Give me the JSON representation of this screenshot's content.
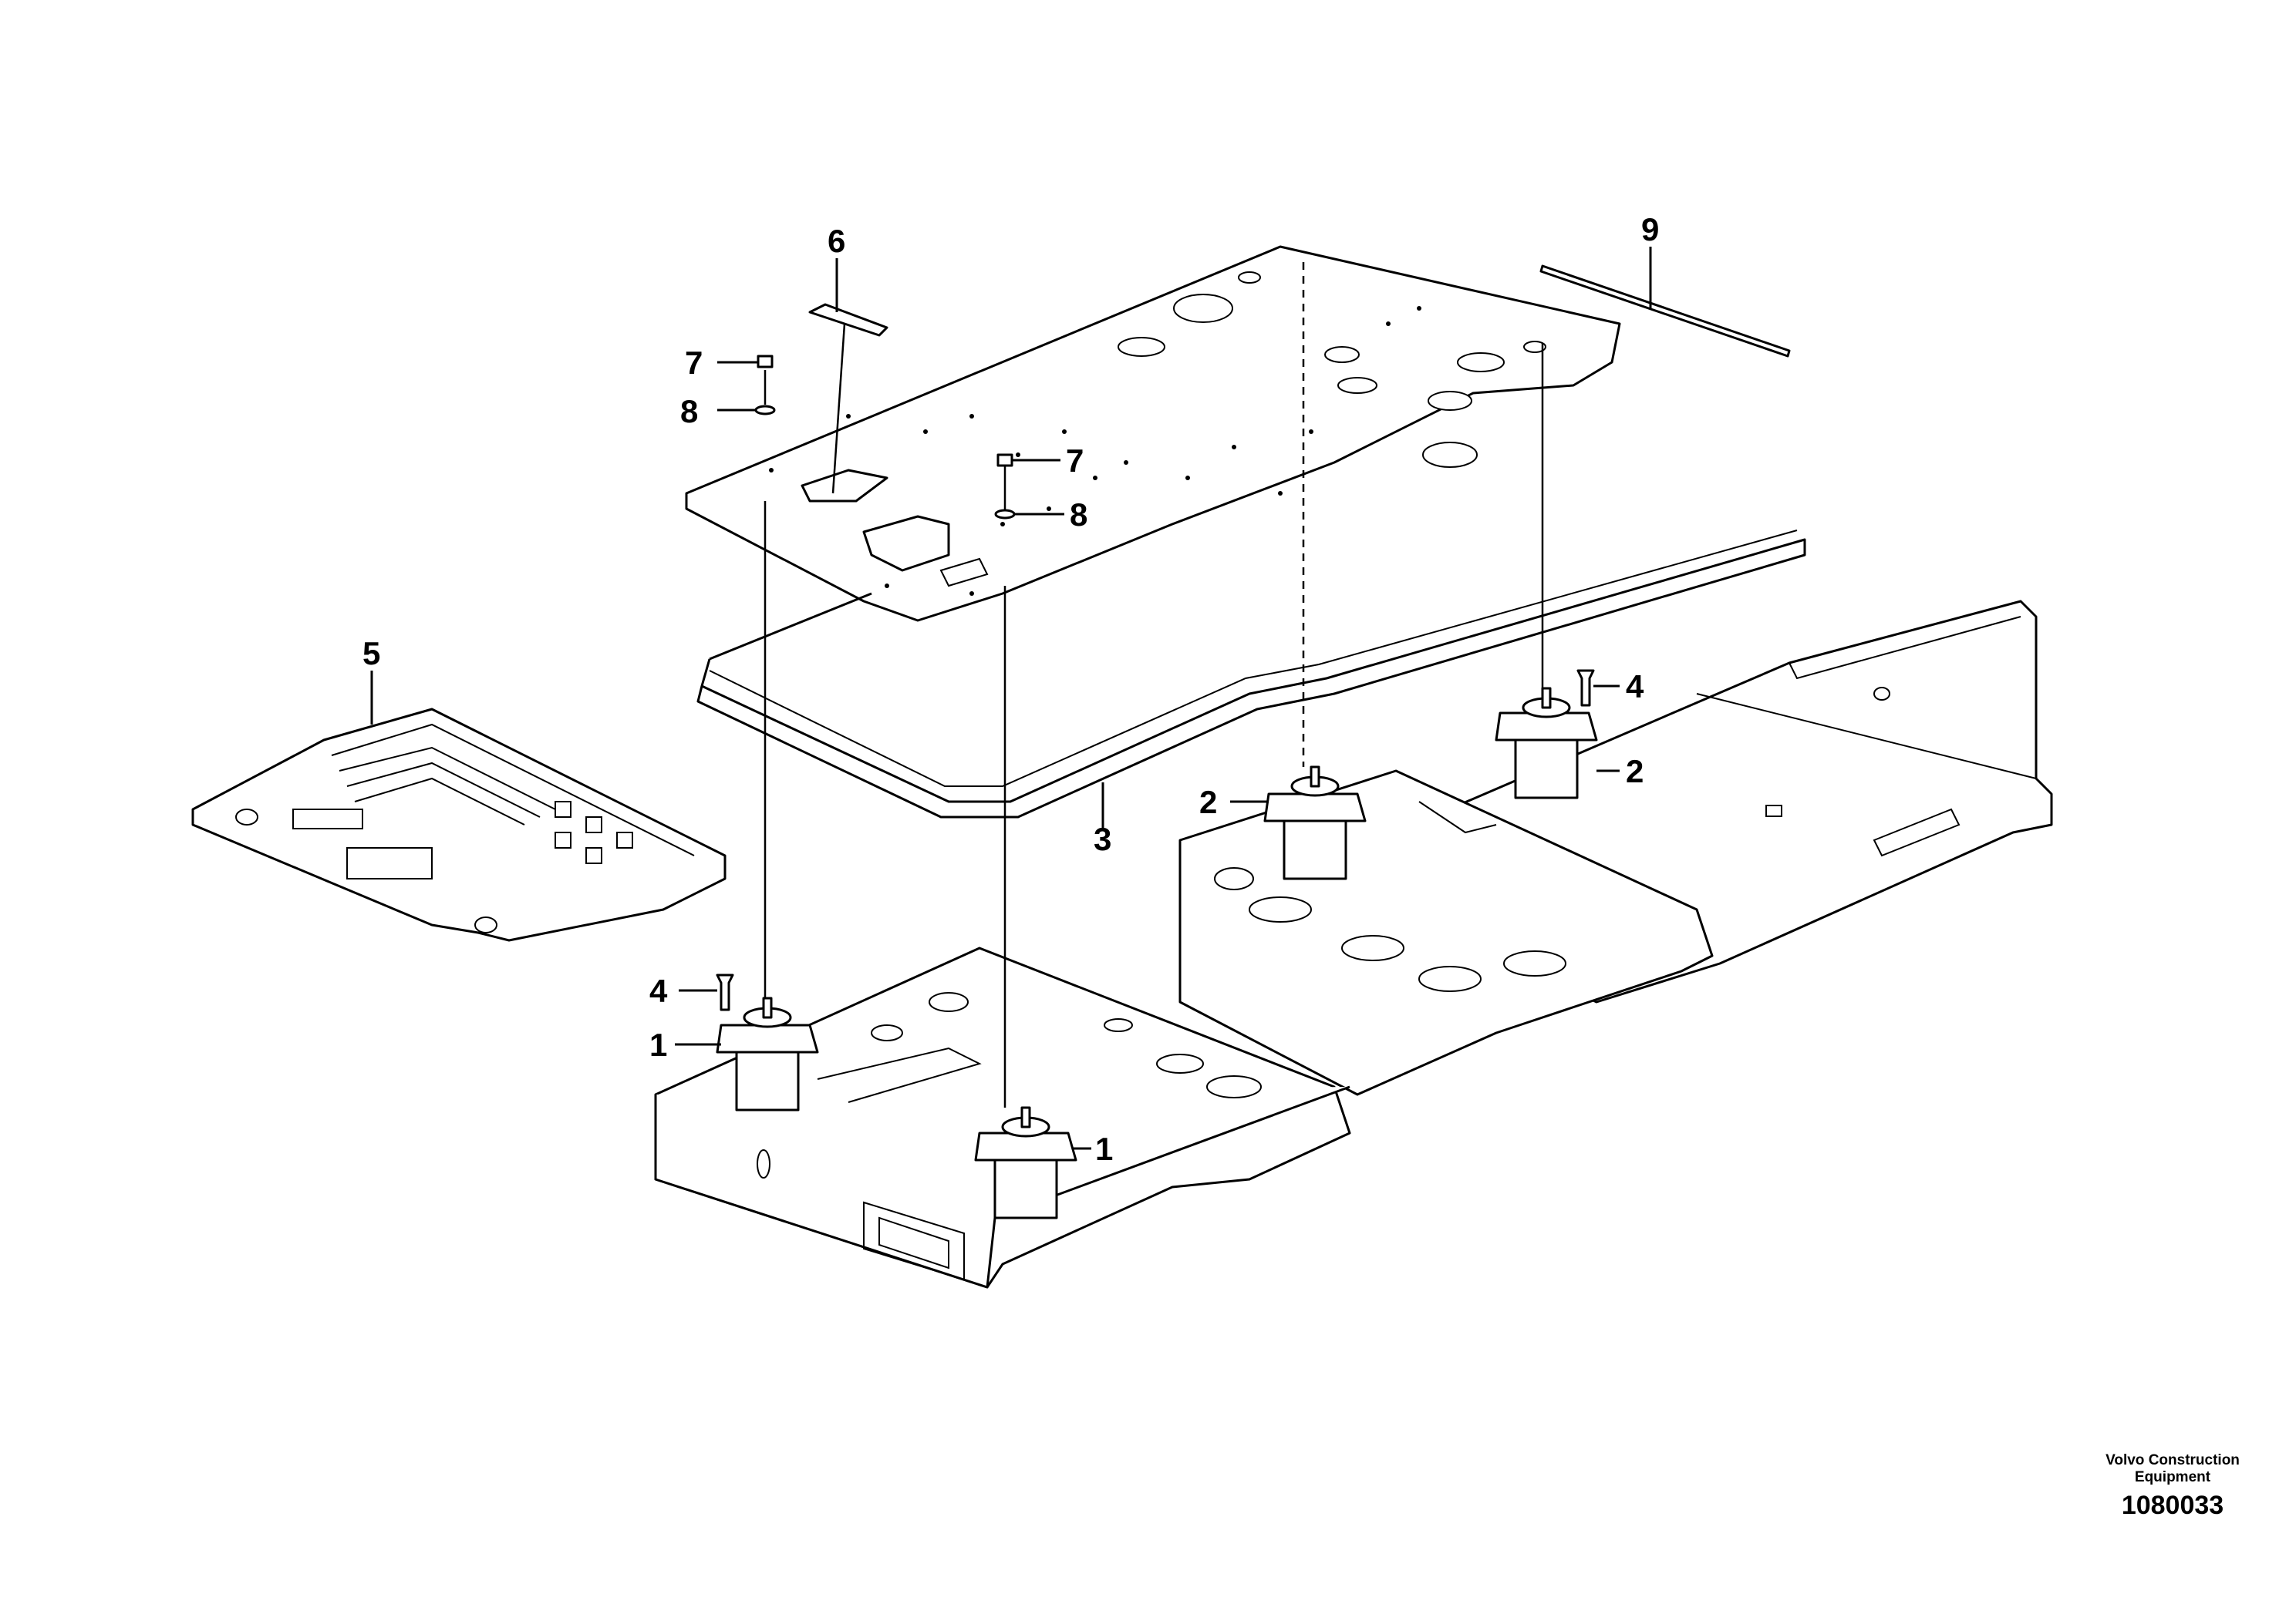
{
  "callouts": {
    "c1a": "1",
    "c1b": "1",
    "c2a": "2",
    "c2b": "2",
    "c3": "3",
    "c4a": "4",
    "c4b": "4",
    "c5": "5",
    "c6": "6",
    "c7a": "7",
    "c7b": "7",
    "c8a": "8",
    "c8b": "8",
    "c9": "9"
  },
  "footer": {
    "brand": "Volvo Construction Equipment",
    "code": "1080033"
  }
}
